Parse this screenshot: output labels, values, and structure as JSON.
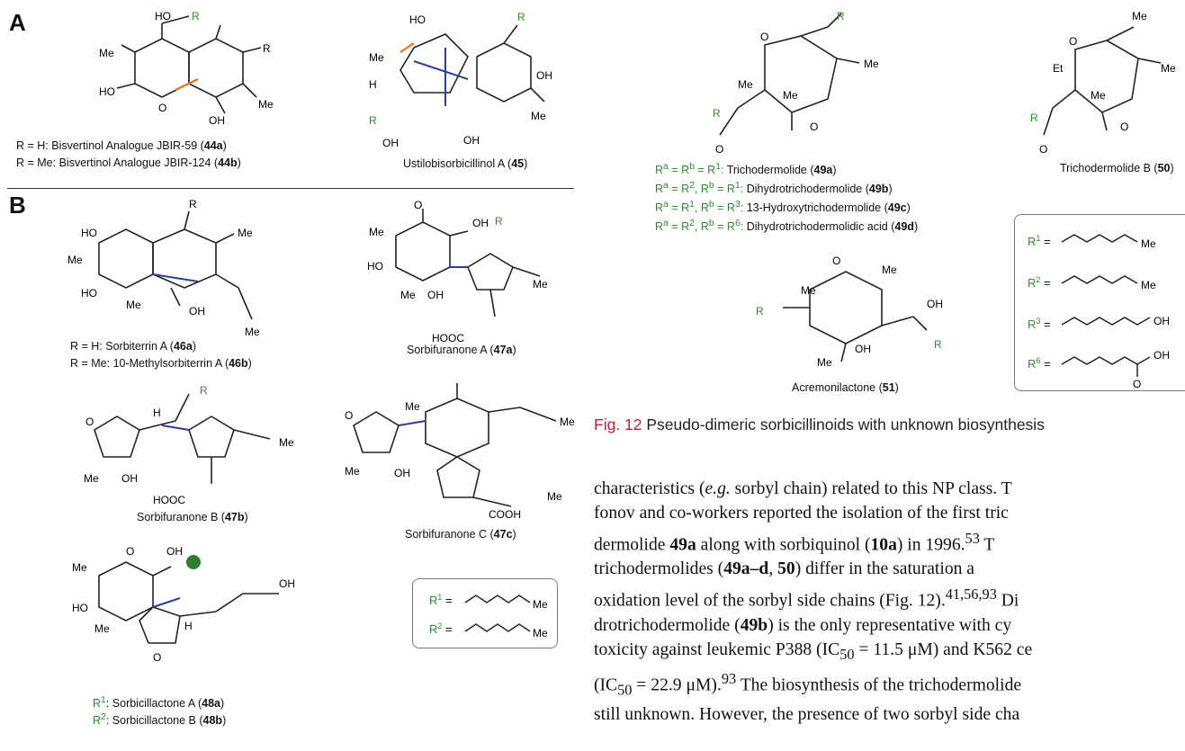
{
  "panels": {
    "a": "A",
    "b": "B"
  },
  "structures": {
    "s44": {
      "line1_prefix": "R = H:   Bisvertinol Analogue JBIR-59 (",
      "line1_bold": "44a",
      "line2_prefix": "R = Me: Bisvertinol Analogue JBIR-124 (",
      "line2_bold": "44b"
    },
    "s45": {
      "prefix": "Ustilobisorbicillinol A (",
      "bold": "45"
    },
    "s46": {
      "line1_prefix": "R = H:   Sorbiterrin A (",
      "line1_bold": "46a",
      "line2_prefix": "R = Me: 10-Methylsorbiterrin A (",
      "line2_bold": "46b"
    },
    "s47a": {
      "prefix": "Sorbifuranone A (",
      "bold": "47a"
    },
    "s47b": {
      "prefix": "Sorbifuranone B (",
      "bold": "47b"
    },
    "s47c": {
      "prefix": "Sorbifuranone C (",
      "bold": "47c"
    },
    "s48": {
      "line1_tag": "R",
      "line1_sup": "1",
      "line1_prefix": ": Sorbicillactone A (",
      "line1_bold": "48a",
      "line2_tag": "R",
      "line2_sup": "2",
      "line2_prefix": ": Sorbicillactone B (",
      "line2_bold": "48b"
    },
    "s49": [
      {
        "lhs": "Ra = Rb = R1:",
        "name_prefix": "Trichodermolide (",
        "bold": "49a"
      },
      {
        "lhs": "Ra = R2, Rb = R1:",
        "name_prefix": "Dihydrotrichodermolide (",
        "bold": "49b"
      },
      {
        "lhs": "Ra = R1, Rb = R3:",
        "name_prefix": "13-Hydroxytrichodermolide (",
        "bold": "49c"
      },
      {
        "lhs": "Ra = R2, Rb = R6:",
        "name_prefix": "Dihydrotrichodermolidic acid (",
        "bold": "49d"
      }
    ],
    "s50": {
      "prefix": "Trichodermolide B (",
      "bold": "50"
    },
    "s51": {
      "prefix": "Acremonilactone (",
      "bold": "51"
    }
  },
  "legend_b": [
    {
      "r": "R",
      "sup": "1",
      "end": "Me"
    },
    {
      "r": "R",
      "sup": "2",
      "end": "Me"
    }
  ],
  "legend_right": [
    {
      "r": "R",
      "sup": "1",
      "end": "Me"
    },
    {
      "r": "R",
      "sup": "2",
      "end": "Me"
    },
    {
      "r": "R",
      "sup": "3",
      "end": "OH"
    },
    {
      "r": "R",
      "sup": "6",
      "end": "OH",
      "extra": "O"
    }
  ],
  "caption": {
    "fig": "Fig. 12",
    "text": "Pseudo-dimeric sorbicillinoids with unknown biosynthesis"
  },
  "paragraph": [
    "characteristics (e.g. sorbyl chain) related to this NP class. T",
    "fonov and co-workers reported the isolation of the first tric",
    "dermolide 49a along with sorbiquinol (10a) in 1996.53 T",
    "trichodermolides (49a–d, 50) differ in the saturation a",
    "oxidation level of the sorbyl side chains (Fig. 12).41,56,93 Di",
    "drotrichodermolide (49b) is the only representative with cy",
    "toxicity against leukemic P388 (IC50 = 11.5 μM) and K562 ce",
    "(IC50 = 22.9 μM).93 The biosynthesis of the trichodermolide",
    "still unknown. However, the presence of two sorbyl side cha"
  ]
}
